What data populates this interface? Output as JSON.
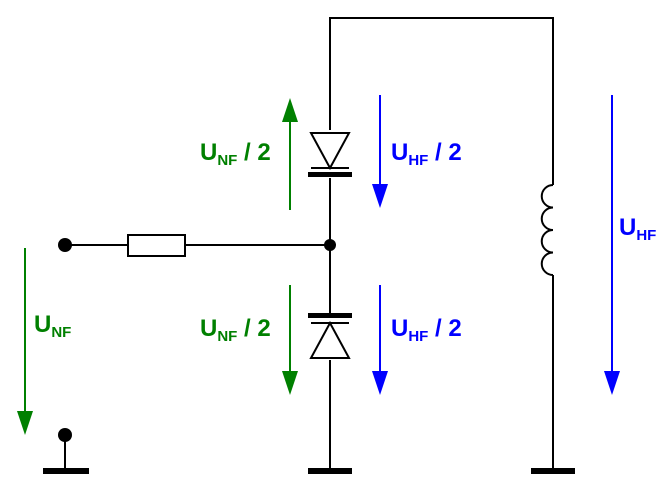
{
  "colors": {
    "wire": "#000000",
    "nf": "#008000",
    "hf": "#0000ff"
  },
  "labels": {
    "nf_top": {
      "base": "U",
      "sub": "NF",
      "suffix": " / 2"
    },
    "hf_top": {
      "base": "U",
      "sub": "HF",
      "suffix": " / 2"
    },
    "nf_bottom": {
      "base": "U",
      "sub": "NF",
      "suffix": " / 2"
    },
    "hf_bottom": {
      "base": "U",
      "sub": "HF",
      "suffix": " / 2"
    },
    "nf_input": {
      "base": "U",
      "sub": "NF",
      "suffix": ""
    },
    "hf_right": {
      "base": "U",
      "sub": "HF",
      "suffix": ""
    }
  },
  "components": [
    "resistor",
    "varactor-diode-top",
    "varactor-diode-bottom",
    "inductor",
    "ground-left",
    "ground-middle",
    "ground-right"
  ]
}
